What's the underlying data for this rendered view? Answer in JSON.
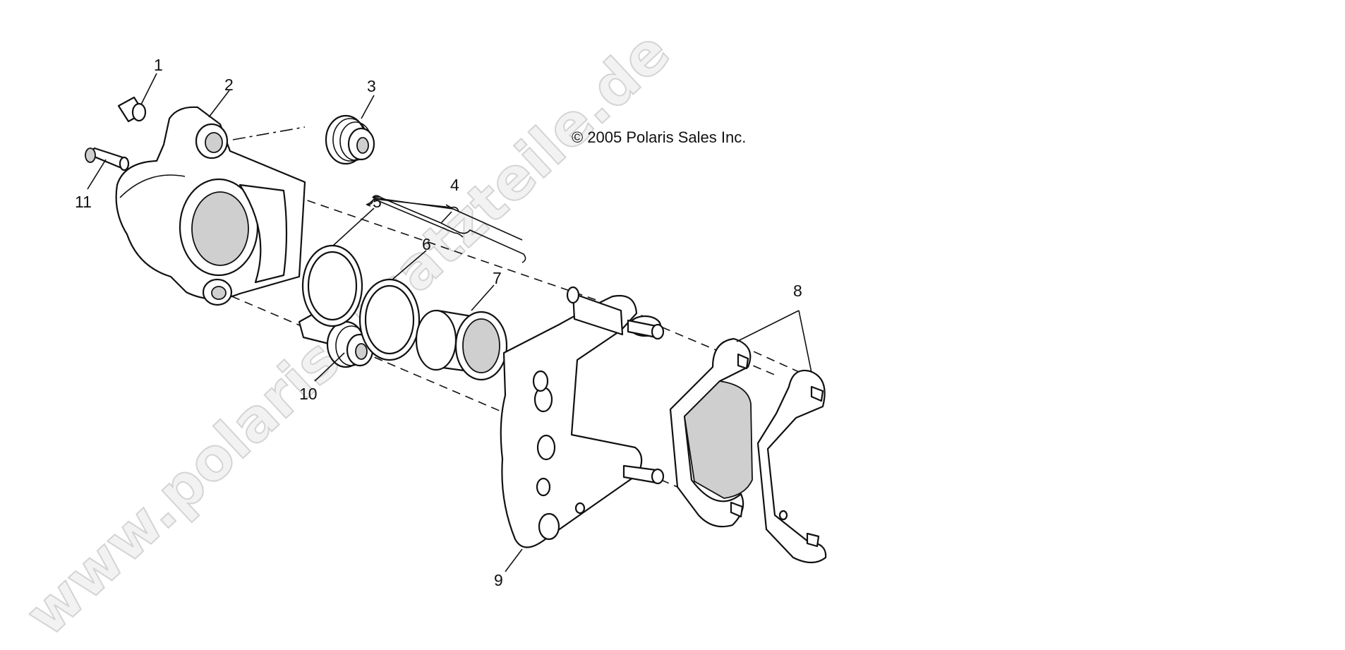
{
  "diagram": {
    "copyright": "© 2005 Polaris Sales Inc.",
    "watermark": "www.polarisersatzteile.de",
    "callouts": {
      "c1": "1",
      "c2": "2",
      "c3": "3",
      "c4": "4",
      "c5": "5",
      "c6": "6",
      "c7": "7",
      "c8": "8",
      "c9": "9",
      "c10": "10",
      "c11": "11"
    }
  }
}
